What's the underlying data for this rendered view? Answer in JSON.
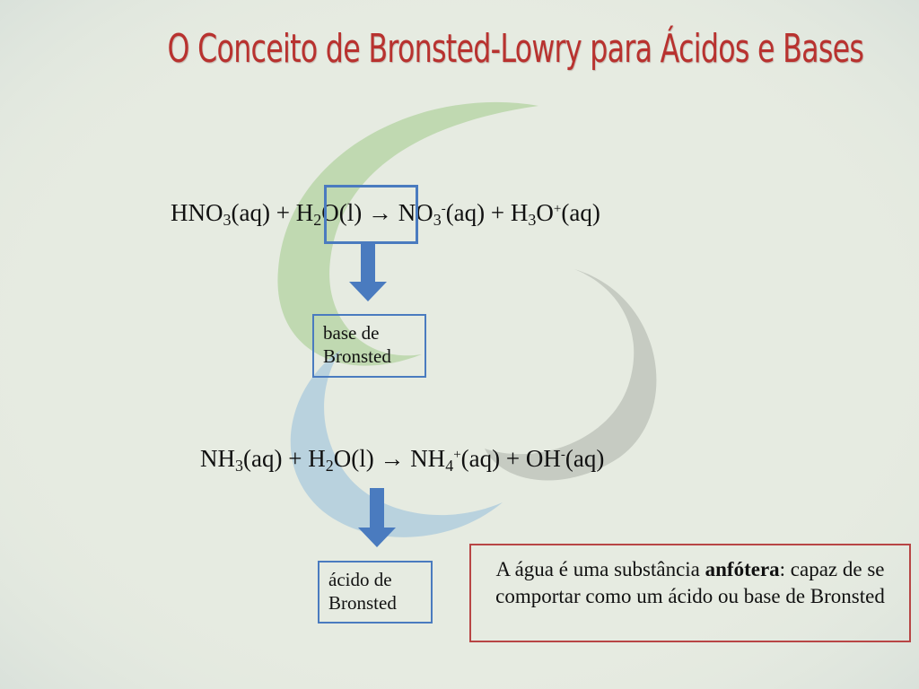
{
  "title": "O Conceito de Bronsted-Lowry para Ácidos e Bases",
  "equation1": {
    "hno": "HNO",
    "sub3a": "3",
    "aq1": "(aq) + ",
    "h": "H",
    "sub2": "2",
    "ol": "O(l)",
    "arrow": " → ",
    "no": "NO",
    "sub3b": "3",
    "minus": "-",
    "aq2": "(aq) + H",
    "sub3c": "3",
    "o": "O",
    "plus": "+",
    "aq3": "(aq)"
  },
  "equation2": {
    "nh": "NH",
    "sub3": "3",
    "aq1": "(aq) + H",
    "sub2": "2",
    "ol": "O(l)",
    "arrow": " → ",
    "nh4": "NH",
    "sub4": "4",
    "plus": "+",
    "aq2": "(aq) + OH",
    "minus": "-",
    "aq3": "(aq)"
  },
  "label_base": "base de Bronsted",
  "label_acid": "ácido de Bronsted",
  "note": {
    "part1": "A água é uma substância ",
    "bold": "anfótera",
    "part2": ": capaz de se comportar como um ácido ou base de Bronsted"
  },
  "colors": {
    "title": "#b8322f",
    "box_blue": "#4a7bbf",
    "note_border": "#b84545",
    "swirl_green": "#b9d6a8",
    "swirl_gray": "#c2c8bf",
    "swirl_blue": "#b0cedd"
  }
}
